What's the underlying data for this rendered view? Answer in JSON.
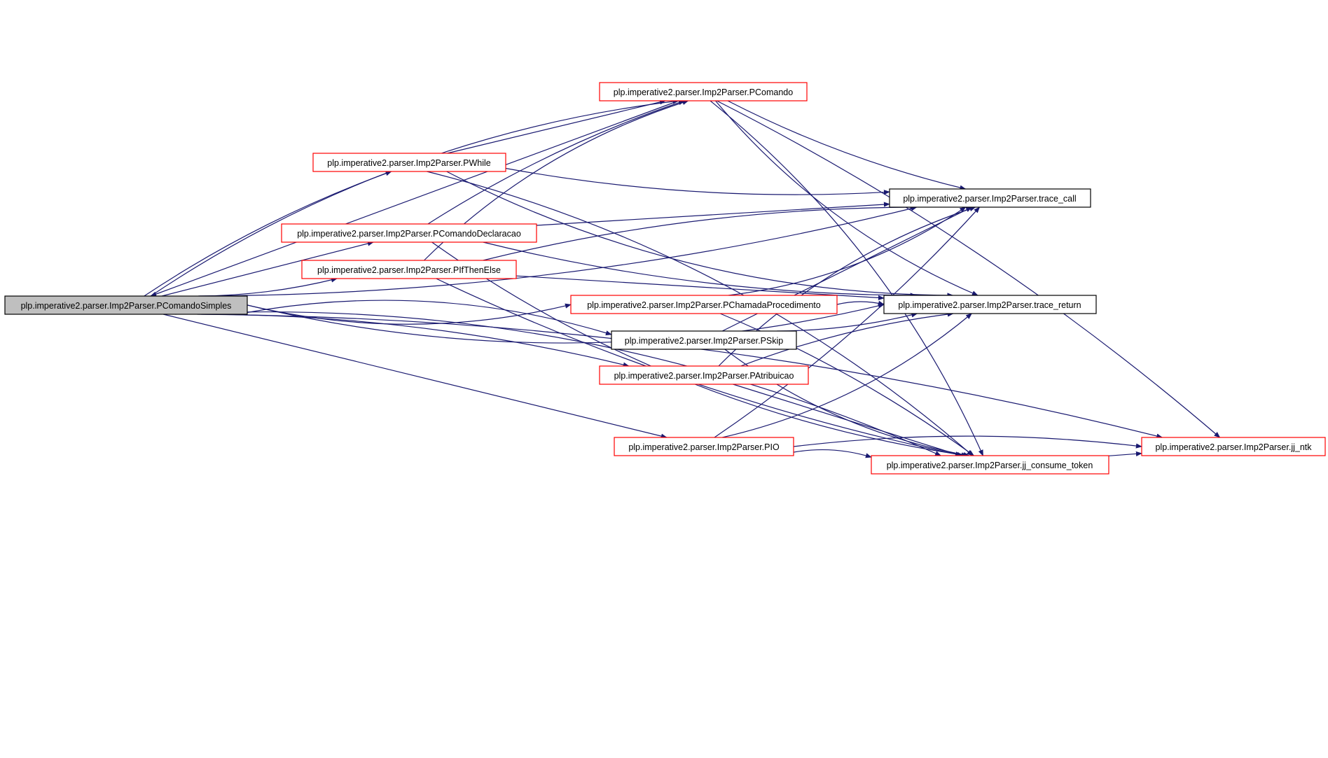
{
  "colors": {
    "edge": "#191970",
    "focus_fill": "#bfbfbf",
    "focus_border": "#000000",
    "linked_border": "#ff0000",
    "plain_border": "#000000",
    "background": "#ffffff"
  },
  "nodes": [
    {
      "id": "pcomandosimples",
      "label": "plp.imperative2.parser.Imp2Parser.PComandoSimples",
      "style": "focus"
    },
    {
      "id": "pcomando",
      "label": "plp.imperative2.parser.Imp2Parser.PComando",
      "style": "linked"
    },
    {
      "id": "pwhile",
      "label": "plp.imperative2.parser.Imp2Parser.PWhile",
      "style": "linked"
    },
    {
      "id": "pcomandodeclaracao",
      "label": "plp.imperative2.parser.Imp2Parser.PComandoDeclaracao",
      "style": "linked"
    },
    {
      "id": "pifthenelse",
      "label": "plp.imperative2.parser.Imp2Parser.PIfThenElse",
      "style": "linked"
    },
    {
      "id": "pchamadaprocedimento",
      "label": "plp.imperative2.parser.Imp2Parser.PChamadaProcedimento",
      "style": "linked"
    },
    {
      "id": "pskip",
      "label": "plp.imperative2.parser.Imp2Parser.PSkip",
      "style": "plain"
    },
    {
      "id": "patribuicao",
      "label": "plp.imperative2.parser.Imp2Parser.PAtribuicao",
      "style": "linked"
    },
    {
      "id": "pio",
      "label": "plp.imperative2.parser.Imp2Parser.PIO",
      "style": "linked"
    },
    {
      "id": "trace_call",
      "label": "plp.imperative2.parser.Imp2Parser.trace_call",
      "style": "plain"
    },
    {
      "id": "trace_return",
      "label": "plp.imperative2.parser.Imp2Parser.trace_return",
      "style": "plain"
    },
    {
      "id": "jj_consume_token",
      "label": "plp.imperative2.parser.Imp2Parser.jj_consume_token",
      "style": "linked"
    },
    {
      "id": "jj_ntk",
      "label": "plp.imperative2.parser.Imp2Parser.jj_ntk",
      "style": "linked"
    }
  ],
  "edges": [
    {
      "from": "pcomandosimples",
      "to": "pcomando"
    },
    {
      "from": "pcomandosimples",
      "to": "pwhile"
    },
    {
      "from": "pcomandosimples",
      "to": "pcomandodeclaracao"
    },
    {
      "from": "pcomandosimples",
      "to": "pifthenelse"
    },
    {
      "from": "pcomandosimples",
      "to": "pchamadaprocedimento"
    },
    {
      "from": "pcomandosimples",
      "to": "pskip"
    },
    {
      "from": "pcomandosimples",
      "to": "patribuicao"
    },
    {
      "from": "pcomandosimples",
      "to": "pio"
    },
    {
      "from": "pcomandosimples",
      "to": "trace_call"
    },
    {
      "from": "pcomandosimples",
      "to": "trace_return"
    },
    {
      "from": "pcomandosimples",
      "to": "jj_consume_token"
    },
    {
      "from": "pcomandosimples",
      "to": "jj_ntk"
    },
    {
      "from": "pcomando",
      "to": "pcomandosimples"
    },
    {
      "from": "pcomando",
      "to": "trace_call"
    },
    {
      "from": "pcomando",
      "to": "trace_return"
    },
    {
      "from": "pcomando",
      "to": "jj_consume_token"
    },
    {
      "from": "pcomando",
      "to": "jj_ntk"
    },
    {
      "from": "pwhile",
      "to": "pcomando"
    },
    {
      "from": "pwhile",
      "to": "trace_call"
    },
    {
      "from": "pwhile",
      "to": "trace_return"
    },
    {
      "from": "pwhile",
      "to": "jj_consume_token"
    },
    {
      "from": "pcomandodeclaracao",
      "to": "pcomando"
    },
    {
      "from": "pcomandodeclaracao",
      "to": "trace_call"
    },
    {
      "from": "pcomandodeclaracao",
      "to": "trace_return"
    },
    {
      "from": "pcomandodeclaracao",
      "to": "jj_consume_token"
    },
    {
      "from": "pifthenelse",
      "to": "pcomando"
    },
    {
      "from": "pifthenelse",
      "to": "trace_call"
    },
    {
      "from": "pifthenelse",
      "to": "trace_return"
    },
    {
      "from": "pifthenelse",
      "to": "jj_consume_token"
    },
    {
      "from": "pchamadaprocedimento",
      "to": "trace_call"
    },
    {
      "from": "pchamadaprocedimento",
      "to": "trace_return"
    },
    {
      "from": "pchamadaprocedimento",
      "to": "jj_consume_token"
    },
    {
      "from": "pskip",
      "to": "trace_call"
    },
    {
      "from": "pskip",
      "to": "trace_return"
    },
    {
      "from": "pskip",
      "to": "jj_consume_token"
    },
    {
      "from": "patribuicao",
      "to": "trace_call"
    },
    {
      "from": "patribuicao",
      "to": "trace_return"
    },
    {
      "from": "patribuicao",
      "to": "jj_consume_token"
    },
    {
      "from": "pio",
      "to": "trace_call"
    },
    {
      "from": "pio",
      "to": "trace_return"
    },
    {
      "from": "pio",
      "to": "jj_consume_token"
    },
    {
      "from": "pio",
      "to": "jj_ntk"
    },
    {
      "from": "jj_consume_token",
      "to": "jj_ntk"
    }
  ]
}
